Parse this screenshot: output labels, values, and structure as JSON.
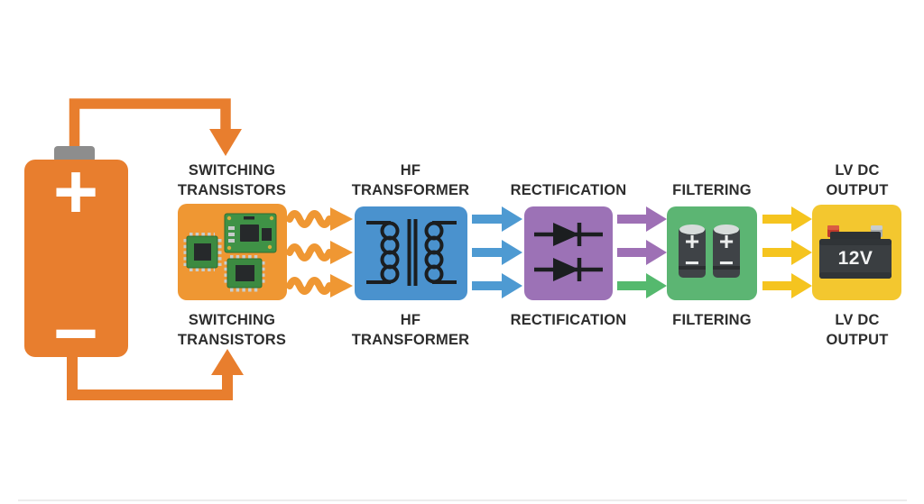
{
  "diagram": {
    "subject": "switched-mode power supply energy flow",
    "background_color": "#FFFFFF"
  },
  "input_battery": {
    "icon": "battery-icon",
    "plus_symbol": "+",
    "minus_symbol": "−",
    "body_color": "#E87E2E",
    "cap_color": "#8D8D8D"
  },
  "stages": [
    {
      "id": "switching-transistors",
      "label": "SWITCHING\nTRANSISTORS",
      "icon": "microchips-icon",
      "box_color": "#EF9733"
    },
    {
      "id": "hf-transformer",
      "label": "HF\nTRANSFORMER",
      "icon": "transformer-coil-icon",
      "box_color": "#4A92CE"
    },
    {
      "id": "rectification",
      "label": "RECTIFICATION",
      "icon": "diodes-icon",
      "box_color": "#9C72B6"
    },
    {
      "id": "filtering",
      "label": "FILTERING",
      "icon": "capacitors-icon",
      "box_color": "#5CB573"
    },
    {
      "id": "lv-dc-output",
      "label": "LV DC\nOUTPUT",
      "icon": "car-battery-icon",
      "box_color": "#F3C72F"
    }
  ],
  "filtering_capacitors": {
    "plus_symbol": "+",
    "minus_symbol": "−"
  },
  "output_battery": {
    "voltage": "12V"
  },
  "flows": [
    {
      "from": "input-battery",
      "to": "switching-transistors",
      "style": "right-angle wire loops (top and bottom)",
      "count": 2,
      "color": "#E87E2E"
    },
    {
      "from": "switching-transistors",
      "to": "hf-transformer",
      "style": "wavy",
      "count": 3,
      "color": "#EF9733"
    },
    {
      "from": "hf-transformer",
      "to": "rectification",
      "style": "straight",
      "count": 3,
      "color": "#4E9AD2"
    },
    {
      "from": "rectification",
      "to": "filtering",
      "style": "straight",
      "count": 3,
      "colors": [
        "#9E70B5",
        "#9E70B5",
        "#55B96E"
      ]
    },
    {
      "from": "filtering",
      "to": "lv-dc-output",
      "style": "straight",
      "count": 3,
      "color": "#F5C41F"
    }
  ]
}
